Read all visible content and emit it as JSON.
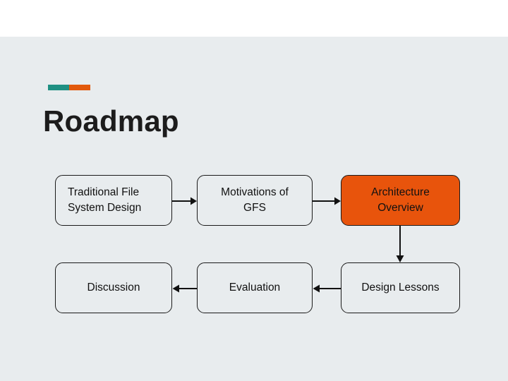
{
  "slide": {
    "title": "Roadmap",
    "accent": {
      "left_color": "#1f9083",
      "right_color": "#e2590c"
    },
    "background_color": "#e8ecee",
    "banner_color": "#ffffff"
  },
  "diagram": {
    "type": "flowchart",
    "highlight_color": "#e8540c",
    "box_fill": "#e8ecee",
    "box_border": "#1a1a1a",
    "boxes": [
      {
        "id": "traditional",
        "label": "Traditional File\nSystem Design",
        "highlighted": false,
        "align": "left",
        "row": 1,
        "col": 1
      },
      {
        "id": "motivations",
        "label": "Motivations of\nGFS",
        "highlighted": false,
        "align": "center",
        "row": 1,
        "col": 2
      },
      {
        "id": "architecture",
        "label": "Architecture\nOverview",
        "highlighted": true,
        "align": "center",
        "row": 1,
        "col": 3
      },
      {
        "id": "discussion",
        "label": "Discussion",
        "highlighted": false,
        "align": "center",
        "row": 2,
        "col": 1
      },
      {
        "id": "evaluation",
        "label": "Evaluation",
        "highlighted": false,
        "align": "center",
        "row": 2,
        "col": 2
      },
      {
        "id": "design",
        "label": "Design Lessons",
        "highlighted": false,
        "align": "center",
        "row": 2,
        "col": 3
      }
    ],
    "arrows": [
      {
        "id": "traditional-to-motivations",
        "from": "traditional",
        "to": "motivations",
        "direction": "right"
      },
      {
        "id": "motivations-to-architecture",
        "from": "motivations",
        "to": "architecture",
        "direction": "right"
      },
      {
        "id": "architecture-to-design",
        "from": "architecture",
        "to": "design",
        "direction": "down"
      },
      {
        "id": "design-to-evaluation",
        "from": "design",
        "to": "evaluation",
        "direction": "left"
      },
      {
        "id": "evaluation-to-discussion",
        "from": "evaluation",
        "to": "discussion",
        "direction": "left"
      }
    ]
  }
}
